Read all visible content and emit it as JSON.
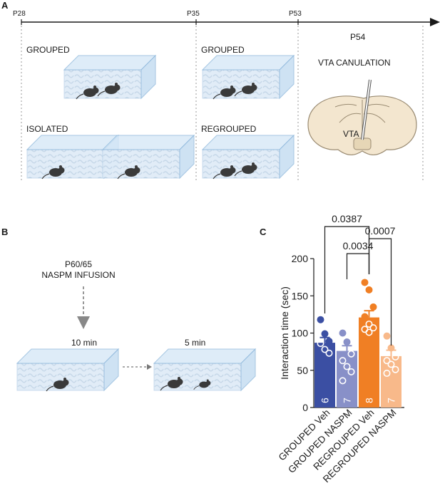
{
  "panels": {
    "a": "A",
    "b": "B",
    "c": "C"
  },
  "timeline": {
    "ticks": [
      "P28",
      "P35",
      "P53"
    ],
    "p54": "P54",
    "vta_canulation": "VTA CANULATION",
    "vta": "VTA"
  },
  "conditions": {
    "grouped_1": "GROUPED",
    "isolated": "ISOLATED",
    "grouped_2": "GROUPED",
    "regrouped": "REGROUPED"
  },
  "panel_b": {
    "infusion_line1": "P60/65",
    "infusion_line2": "NASPM INFUSION",
    "time1": "10 min",
    "time2": "5 min"
  },
  "chart_data": {
    "type": "bar",
    "ylabel": "Interaction time (sec)",
    "ylim": [
      0,
      200
    ],
    "yticks": [
      0,
      50,
      100,
      150,
      200
    ],
    "categories": [
      "GROUPED Veh",
      "GROUPED NASPM",
      "REGROUPED Veh",
      "REGROUPED NASPM"
    ],
    "values": [
      87,
      76,
      121,
      69
    ],
    "errors": [
      7,
      7,
      9,
      8
    ],
    "n": [
      "6",
      "7",
      "8",
      "7"
    ],
    "colors": [
      "#3b4fa3",
      "#8890c8",
      "#f07f24",
      "#f8b98a"
    ],
    "points": [
      [
        118,
        99,
        89,
        86,
        78,
        73
      ],
      [
        100,
        88,
        72,
        63,
        55,
        48,
        36
      ],
      [
        168,
        158,
        135,
        122,
        112,
        107,
        105,
        101
      ],
      [
        96,
        80,
        68,
        63,
        58,
        51,
        46
      ]
    ],
    "comparisons": [
      {
        "label": "0.0387",
        "from": 0,
        "to": 2
      },
      {
        "label": "0.0034",
        "from": 1,
        "to": 2
      },
      {
        "label": "0.0007",
        "from": 2,
        "to": 3
      }
    ]
  }
}
